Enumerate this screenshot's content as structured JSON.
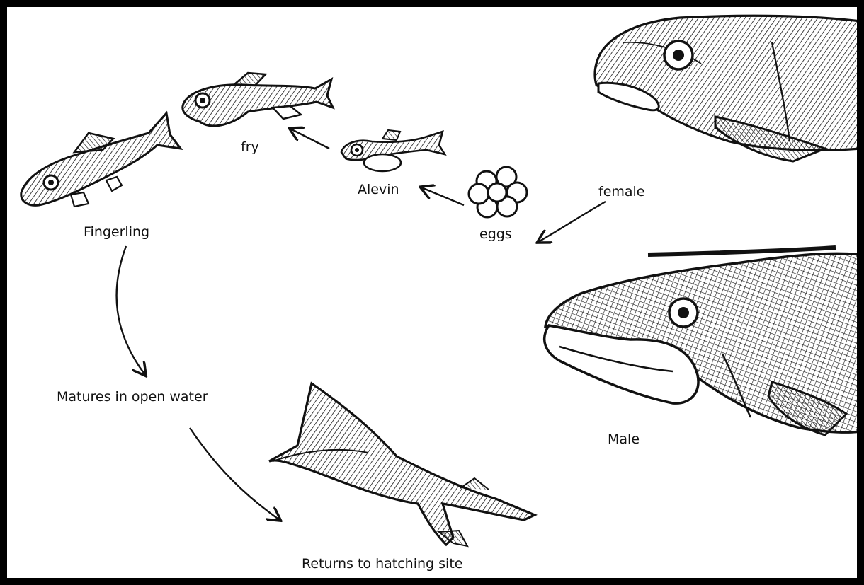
{
  "labels": {
    "fry": "fry",
    "alevin": "Alevin",
    "eggs": "eggs",
    "female": "female",
    "fingerling": "Fingerling",
    "matures": "Matures in open water",
    "returns": "Returns to hatching site",
    "male": "Male"
  }
}
